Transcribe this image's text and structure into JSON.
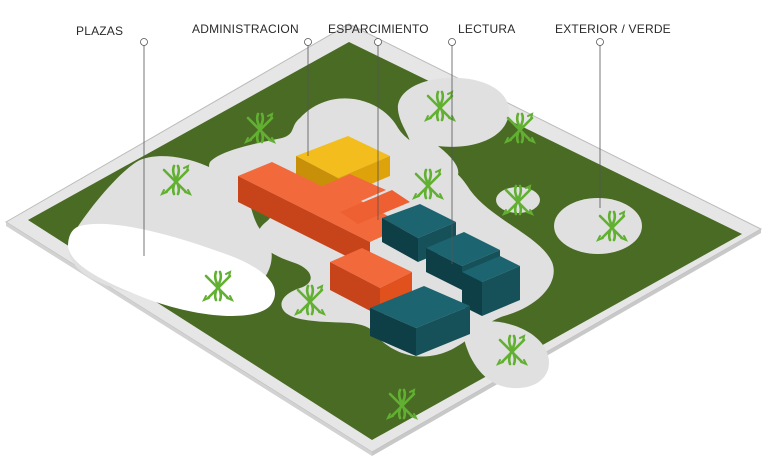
{
  "labels": {
    "plazas": "PLAZAS",
    "administracion": "ADMINISTRACION",
    "esparcimiento": "ESPARCIMIENTO",
    "lectura": "LECTURA",
    "exterior": "EXTERIOR / VERDE"
  },
  "colors": {
    "ground": "#4a6b24",
    "plaza": "#e0e0e0",
    "slab": "#e6e6e6",
    "administracion": "#e3aa0e",
    "esparcimiento": "#ef5a2f",
    "lectura": "#17525a",
    "tree": "#62b032"
  },
  "icons": [
    "tree-icon"
  ]
}
